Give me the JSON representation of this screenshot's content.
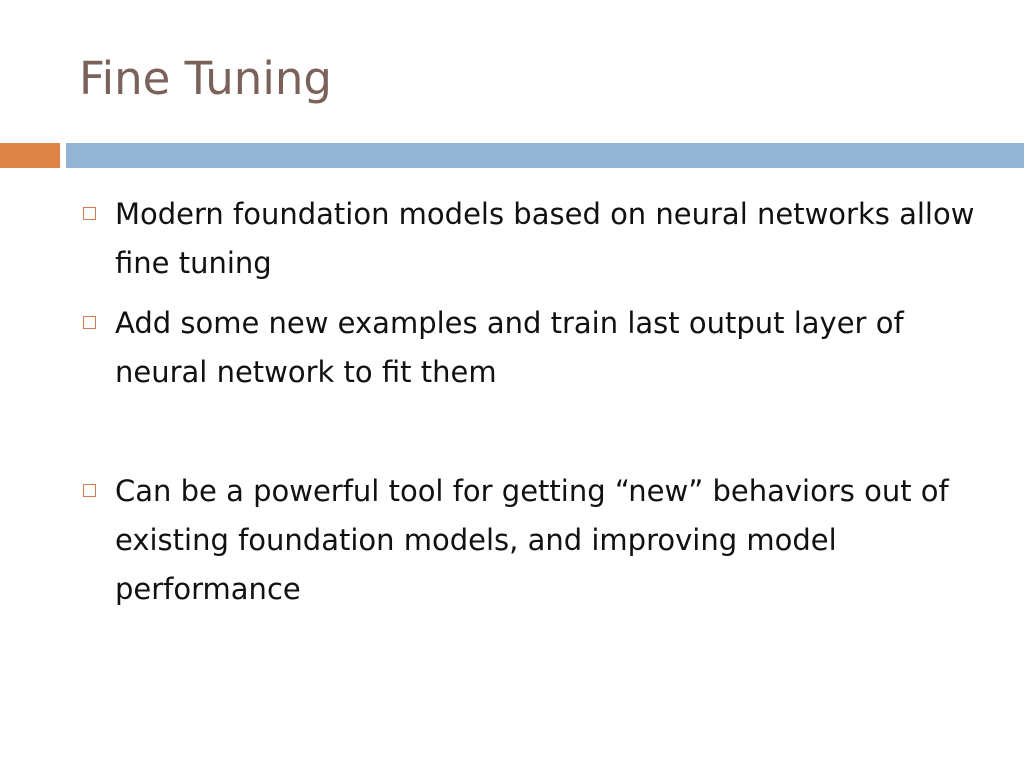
{
  "slide": {
    "title": "Fine Tuning",
    "colors": {
      "title": "#7a625a",
      "accent_orange": "#df8448",
      "accent_blue": "#93b4d5",
      "bullet": "#d08050"
    },
    "bullets": [
      {
        "text": "Modern foundation models based on neural networks allow fine tuning",
        "icon": "hollow-square-bullet"
      },
      {
        "text": "Add some new examples and train last output layer of neural network to fit them",
        "icon": "hollow-square-bullet"
      },
      {
        "text": "Can be a powerful tool for getting “new” behaviors out of existing foundation models, and improving model performance",
        "icon": "hollow-square-bullet"
      }
    ]
  }
}
